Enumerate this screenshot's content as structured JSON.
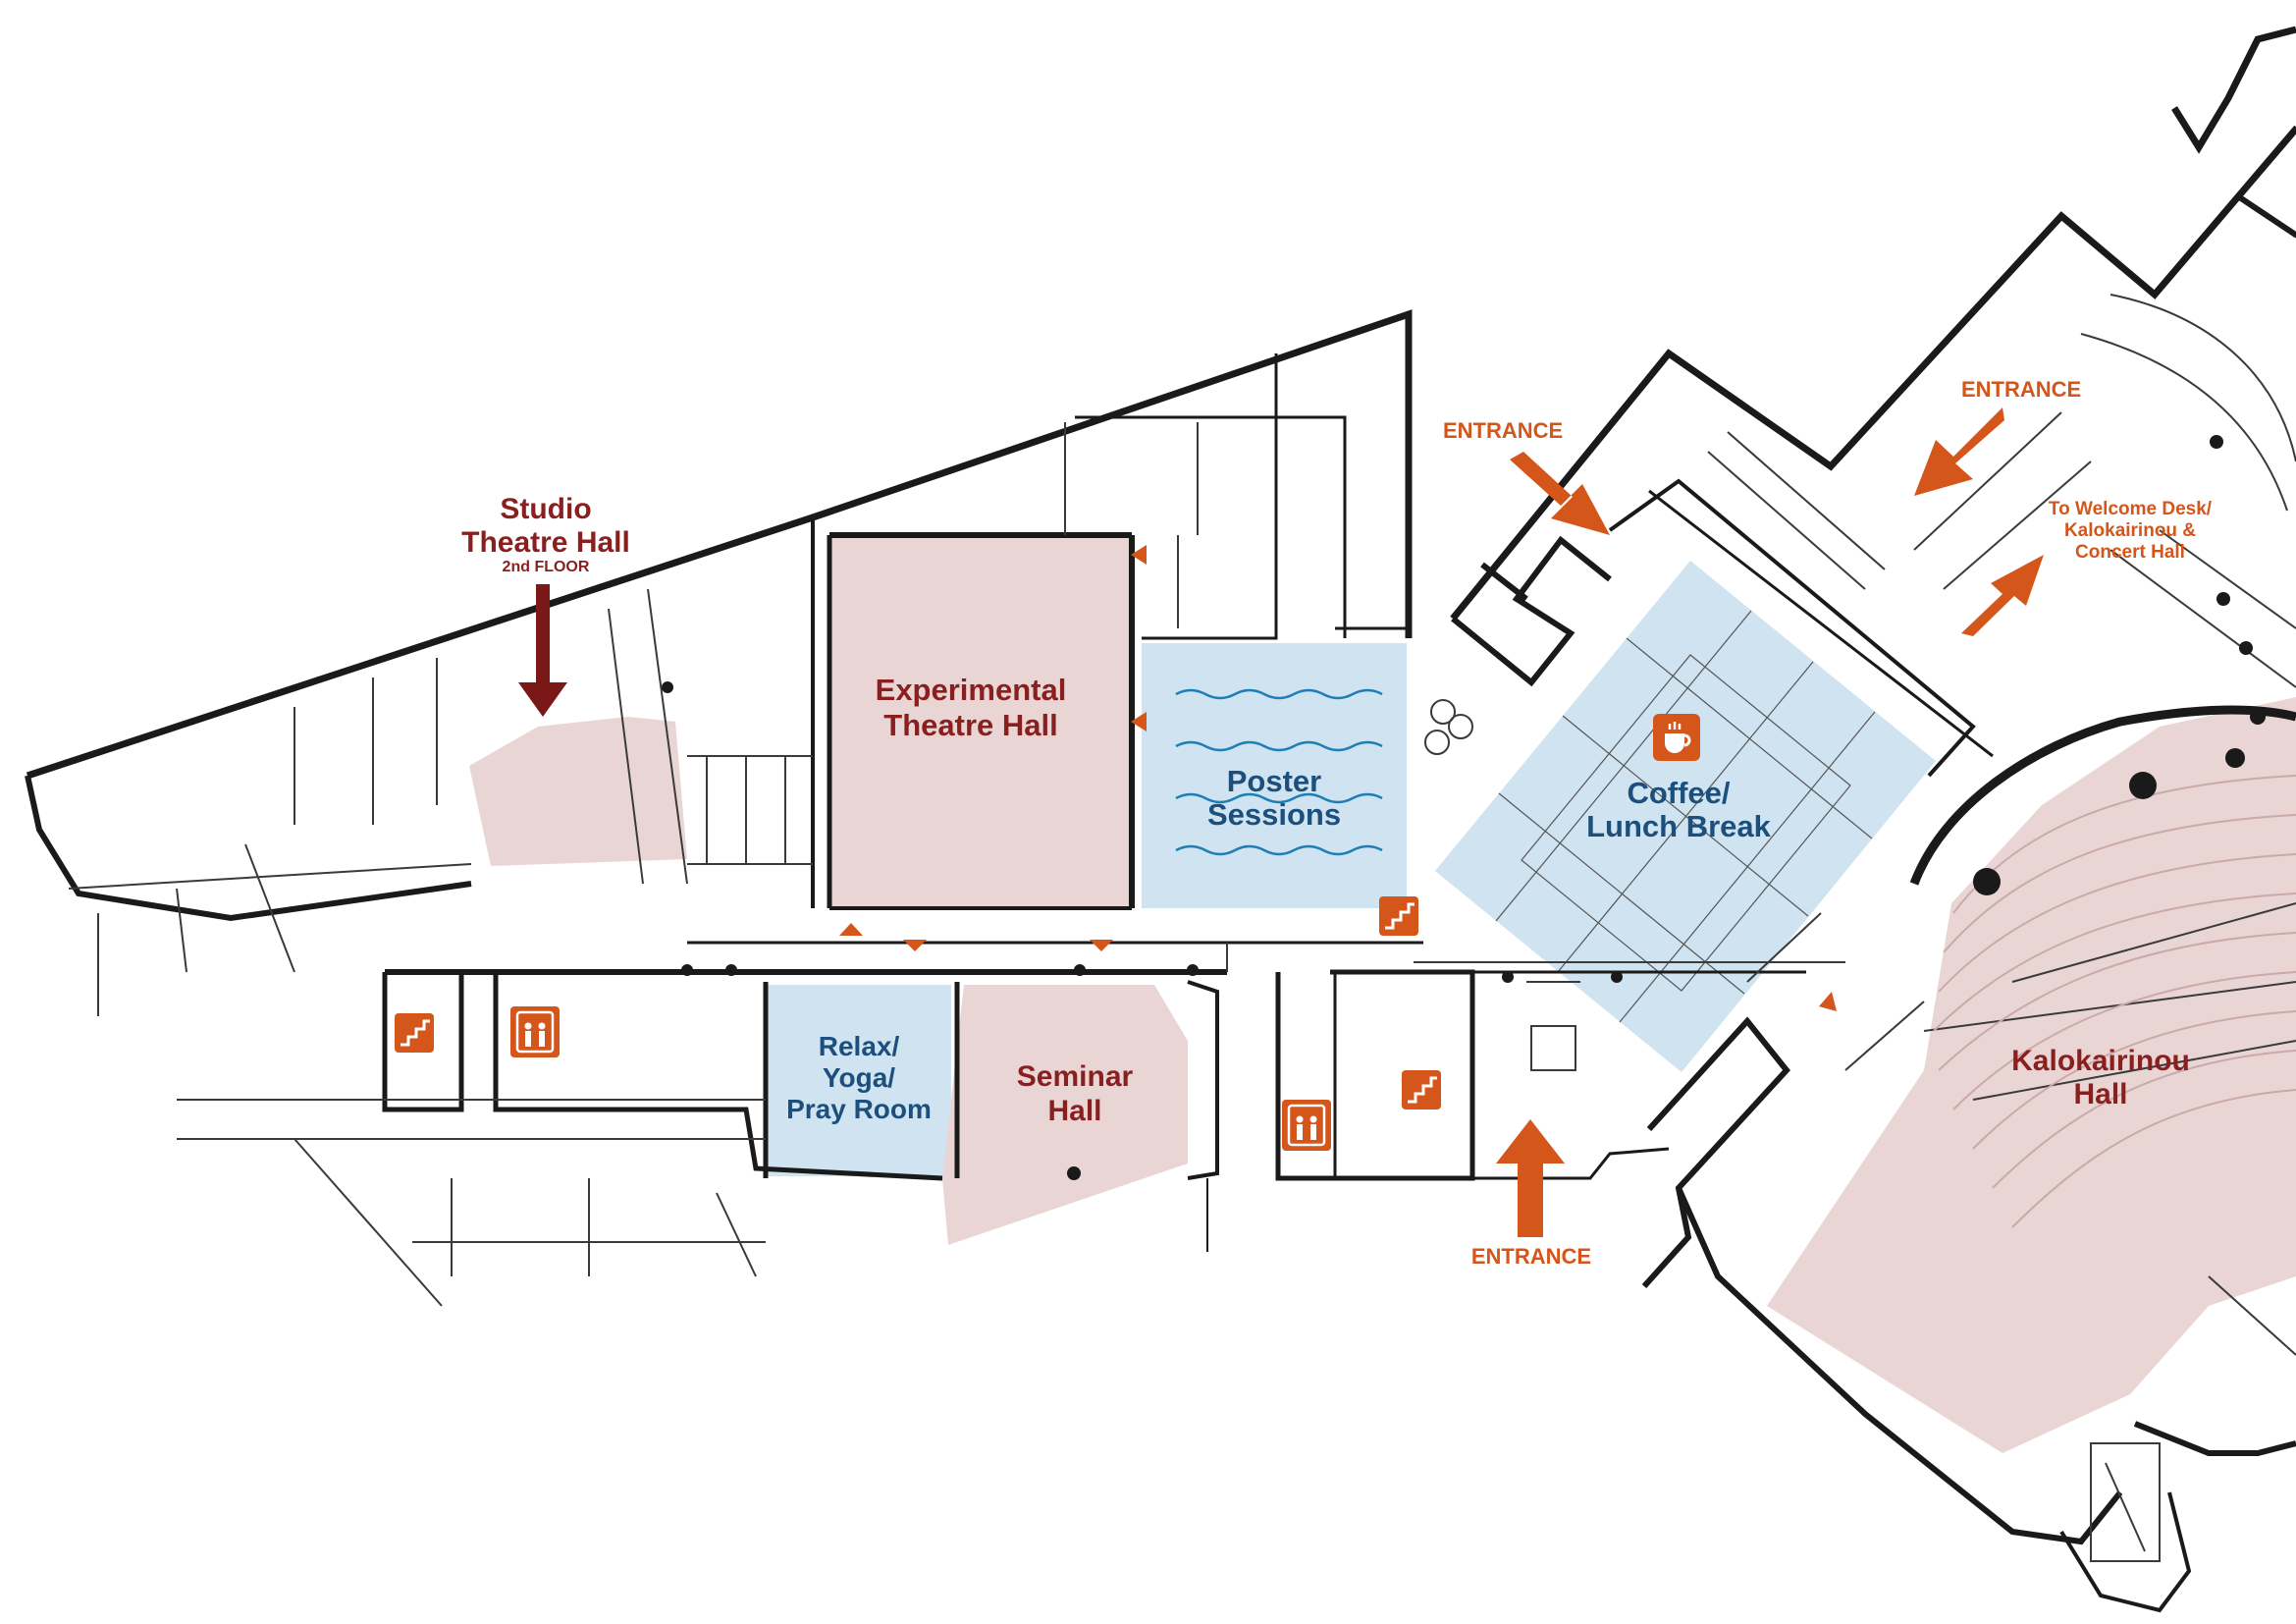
{
  "colors": {
    "room_pink": "#ead5d5",
    "room_blue": "#cfe4f0",
    "label_maroon": "#8a1f1f",
    "label_blue": "#1d4f7c",
    "accent_orange": "#d4561b",
    "arrow_maroon": "#7a1818",
    "wall": "#1a1a1a"
  },
  "rooms": {
    "studio_theatre": {
      "line1": "Studio",
      "line2": "Theatre Hall",
      "sub": "2nd FLOOR"
    },
    "experimental_theatre": {
      "line1": "Experimental",
      "line2": "Theatre Hall"
    },
    "poster_sessions": {
      "line1": "Poster",
      "line2": "Sessions"
    },
    "coffee": {
      "line1": "Coffee/",
      "line2": "Lunch Break"
    },
    "relax": {
      "line1": "Relax/",
      "line2": "Yoga/",
      "line3": "Pray Room"
    },
    "seminar": {
      "line1": "Seminar",
      "line2": "Hall"
    },
    "kalokairinou": {
      "line1": "Kalokairinou",
      "line2": "Hall"
    }
  },
  "entrances": {
    "north": "ENTRANCE",
    "northeast": "ENTRANCE",
    "south": "ENTRANCE"
  },
  "directions": {
    "line1": "To Welcome Desk/",
    "line2": "Kalokairinou &",
    "line3": "Concert Hall"
  },
  "icons": [
    "stairs-icon",
    "elevator-icon",
    "coffee-cup-icon",
    "entrance-arrow-icon"
  ]
}
